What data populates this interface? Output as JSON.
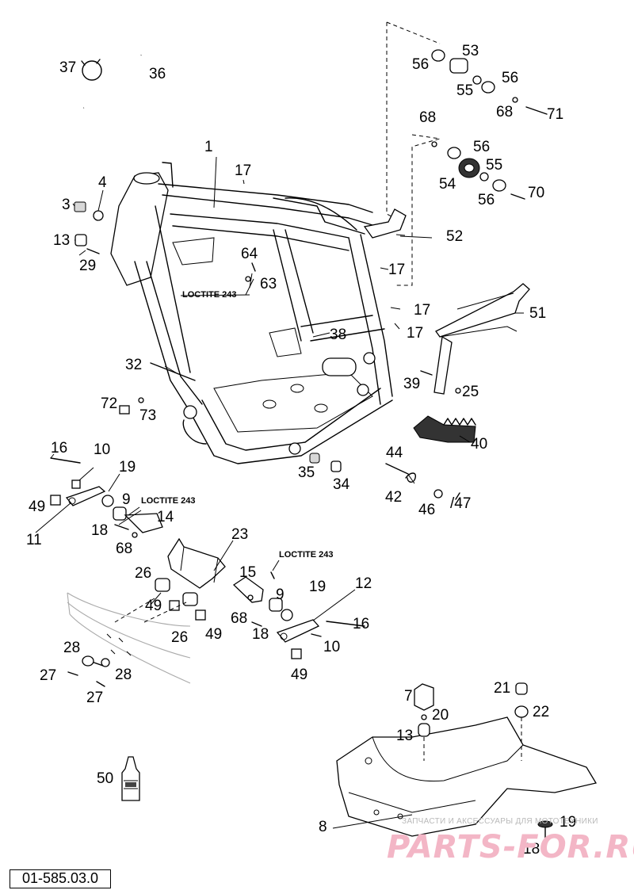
{
  "diagram": {
    "code": "01-585.03.0",
    "notes": [
      "LOCTITE 243",
      "LOCTITE 243",
      "LOCTITE 243"
    ],
    "watermark": {
      "caption": "ЗАПЧАСТИ И АКСЕССУАРЫ ДЛЯ МОТОТЕХНИКИ",
      "logo": "PARTS-FOR.RU"
    },
    "callouts": [
      {
        "id": "c-37",
        "label": "37"
      },
      {
        "id": "c-36",
        "label": "36"
      },
      {
        "id": "c-56a",
        "label": "56"
      },
      {
        "id": "c-53",
        "label": "53"
      },
      {
        "id": "c-55a",
        "label": "55"
      },
      {
        "id": "c-56b",
        "label": "56"
      },
      {
        "id": "c-68a",
        "label": "68"
      },
      {
        "id": "c-71",
        "label": "71"
      },
      {
        "id": "c-68b",
        "label": "68"
      },
      {
        "id": "c-56c",
        "label": "56"
      },
      {
        "id": "c-55b",
        "label": "55"
      },
      {
        "id": "c-54",
        "label": "54"
      },
      {
        "id": "c-56d",
        "label": "56"
      },
      {
        "id": "c-70",
        "label": "70"
      },
      {
        "id": "c-1",
        "label": "1"
      },
      {
        "id": "c-17a",
        "label": "17"
      },
      {
        "id": "c-3",
        "label": "3"
      },
      {
        "id": "c-4",
        "label": "4"
      },
      {
        "id": "c-52",
        "label": "52"
      },
      {
        "id": "c-13a",
        "label": "13"
      },
      {
        "id": "c-29",
        "label": "29"
      },
      {
        "id": "c-64",
        "label": "64"
      },
      {
        "id": "c-63",
        "label": "63"
      },
      {
        "id": "c-17b",
        "label": "17"
      },
      {
        "id": "c-51",
        "label": "51"
      },
      {
        "id": "c-17c",
        "label": "17"
      },
      {
        "id": "c-38",
        "label": "38"
      },
      {
        "id": "c-17d",
        "label": "17"
      },
      {
        "id": "c-32",
        "label": "32"
      },
      {
        "id": "c-39",
        "label": "39"
      },
      {
        "id": "c-25",
        "label": "25"
      },
      {
        "id": "c-72",
        "label": "72"
      },
      {
        "id": "c-73",
        "label": "73"
      },
      {
        "id": "c-40",
        "label": "40"
      },
      {
        "id": "c-16a",
        "label": "16"
      },
      {
        "id": "c-10a",
        "label": "10"
      },
      {
        "id": "c-44",
        "label": "44"
      },
      {
        "id": "c-35",
        "label": "35"
      },
      {
        "id": "c-34",
        "label": "34"
      },
      {
        "id": "c-19a",
        "label": "19"
      },
      {
        "id": "c-9a",
        "label": "9"
      },
      {
        "id": "c-49a",
        "label": "49"
      },
      {
        "id": "c-42",
        "label": "42"
      },
      {
        "id": "c-46",
        "label": "46"
      },
      {
        "id": "c-47",
        "label": "/47"
      },
      {
        "id": "c-14",
        "label": "14"
      },
      {
        "id": "c-11",
        "label": "11"
      },
      {
        "id": "c-18a",
        "label": "18"
      },
      {
        "id": "c-68c",
        "label": "68"
      },
      {
        "id": "c-23",
        "label": "23"
      },
      {
        "id": "c-15",
        "label": "15"
      },
      {
        "id": "c-12",
        "label": "12"
      },
      {
        "id": "c-26a",
        "label": "26"
      },
      {
        "id": "c-9b",
        "label": "9"
      },
      {
        "id": "c-19b",
        "label": "19"
      },
      {
        "id": "c-49b",
        "label": "49"
      },
      {
        "id": "c-68d",
        "label": "68"
      },
      {
        "id": "c-16b",
        "label": "16"
      },
      {
        "id": "c-26b",
        "label": "26"
      },
      {
        "id": "c-49c",
        "label": "49"
      },
      {
        "id": "c-18b",
        "label": "18"
      },
      {
        "id": "c-10b",
        "label": "10"
      },
      {
        "id": "c-28a",
        "label": "28"
      },
      {
        "id": "c-28b",
        "label": "28"
      },
      {
        "id": "c-27a",
        "label": "27"
      },
      {
        "id": "c-27b",
        "label": "27"
      },
      {
        "id": "c-49d",
        "label": "49"
      },
      {
        "id": "c-7",
        "label": "7"
      },
      {
        "id": "c-21",
        "label": "21"
      },
      {
        "id": "c-20",
        "label": "20"
      },
      {
        "id": "c-22",
        "label": "22"
      },
      {
        "id": "c-13b",
        "label": "13"
      },
      {
        "id": "c-50",
        "label": "50"
      },
      {
        "id": "c-8",
        "label": "8"
      },
      {
        "id": "c-19c",
        "label": "19"
      },
      {
        "id": "c-18c",
        "label": "18"
      }
    ]
  }
}
